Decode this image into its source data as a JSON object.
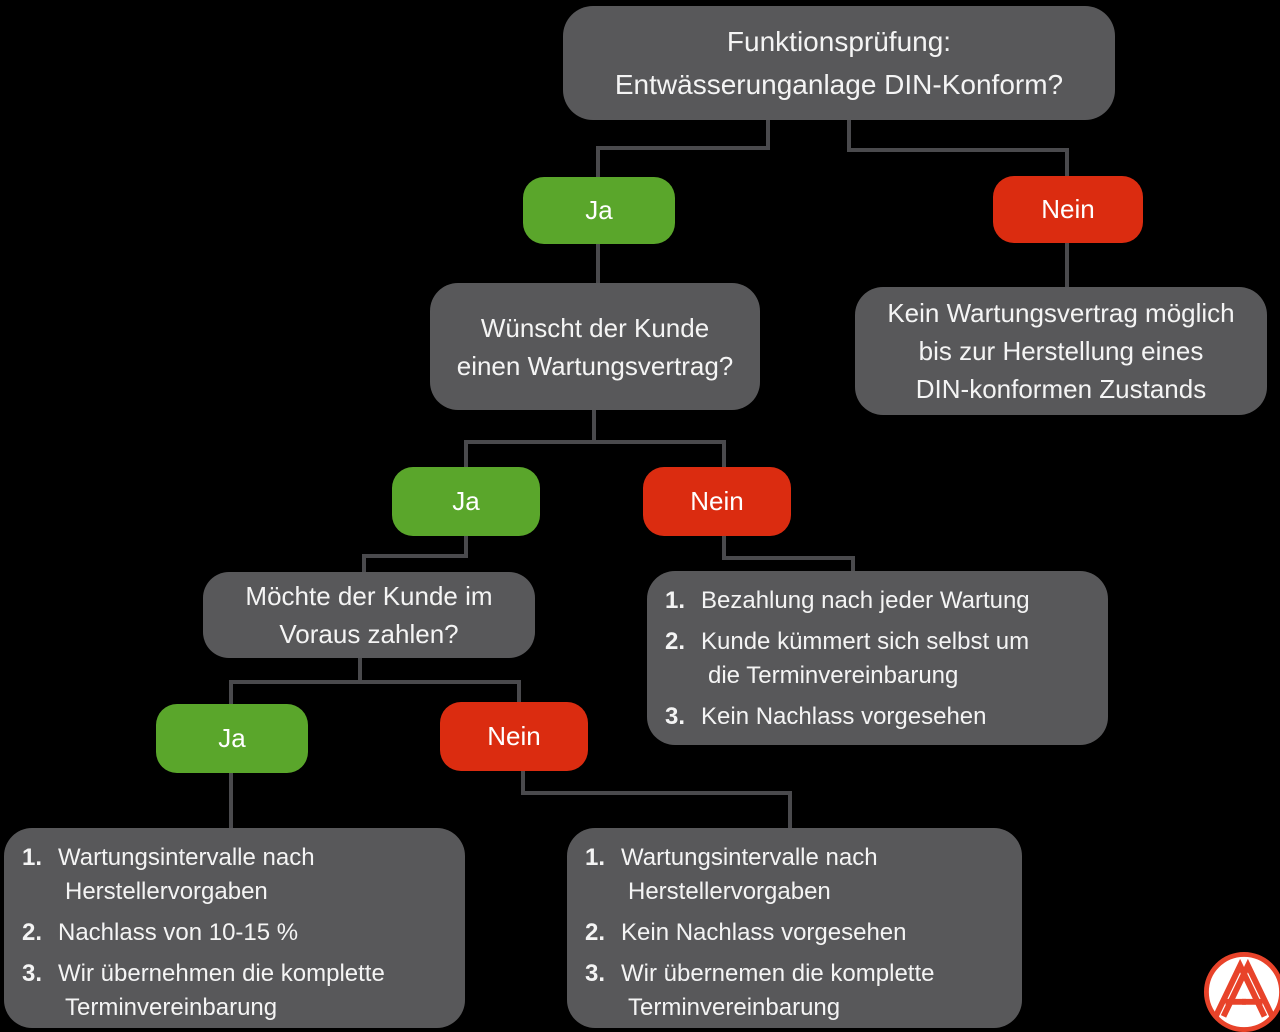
{
  "labels": {
    "yes": "Ja",
    "no": "Nein"
  },
  "flow": {
    "q1": {
      "lines": [
        "Funktionsprüfung:",
        "Entwässerunganlage DIN-Konform?"
      ]
    },
    "no1_result": {
      "lines": [
        "Kein Wartungsvertrag möglich",
        "bis zur Herstellung eines",
        "DIN-konformen Zustands"
      ]
    },
    "q2": {
      "lines": [
        "Wünscht der Kunde",
        "einen Wartungsvertrag?"
      ]
    },
    "no2_result": {
      "items": [
        {
          "num": "1.",
          "lines": [
            "Bezahlung nach jeder Wartung"
          ]
        },
        {
          "num": "2.",
          "lines": [
            "Kunde kümmert sich selbst um",
            "die Terminvereinbarung"
          ]
        },
        {
          "num": "3.",
          "lines": [
            "Kein Nachlass vorgesehen"
          ]
        }
      ]
    },
    "q3": {
      "lines": [
        "Möchte der Kunde im",
        "Voraus zahlen?"
      ]
    },
    "yes3_result": {
      "items": [
        {
          "num": "1.",
          "lines": [
            "Wartungsintervalle nach",
            "Herstellervorgaben"
          ]
        },
        {
          "num": "2.",
          "lines": [
            "Nachlass von 10-15 %"
          ]
        },
        {
          "num": "3.",
          "lines": [
            "Wir übernehmen die komplette",
            "Terminvereinbarung"
          ]
        }
      ]
    },
    "no3_result": {
      "items": [
        {
          "num": "1.",
          "lines": [
            "Wartungsintervalle nach",
            "Herstellervorgaben"
          ]
        },
        {
          "num": "2.",
          "lines": [
            "Kein Nachlass vorgesehen"
          ]
        },
        {
          "num": "3.",
          "lines": [
            "Wir übernemen die komplette",
            "Terminvereinbarung"
          ]
        }
      ]
    }
  },
  "icons": {
    "logo": "aa-monogram-logo"
  },
  "colors": {
    "yes": "#5aa62b",
    "no": "#db2c10",
    "box": "#58585a",
    "line": "#4a4a4d",
    "background": "#000000",
    "text": "#f4f4f4",
    "logo": "#e8432a"
  }
}
